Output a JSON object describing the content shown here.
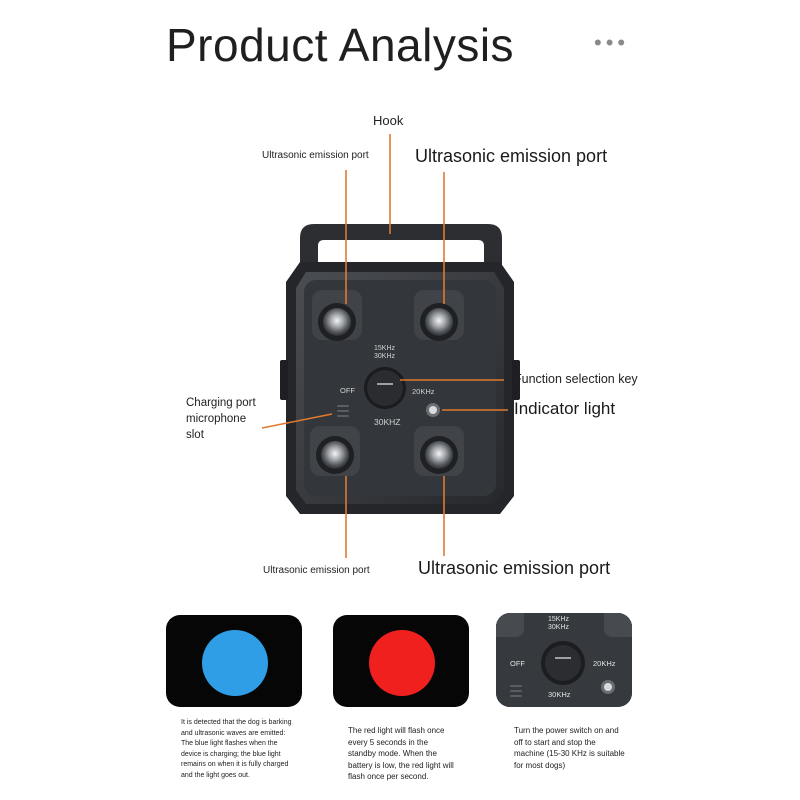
{
  "title": "Product Analysis",
  "menu_icon": "more-dots-icon",
  "labels": {
    "hook": "Hook",
    "emit_top_left": "Ultrasonic emission port",
    "emit_top_right": "Ultrasonic emission port",
    "emit_bottom_left": "Ultrasonic emission port",
    "emit_bottom_right": "Ultrasonic emission port",
    "function_key": "Function selection key",
    "indicator": "Indicator light",
    "charging_line1": "Charging port",
    "charging_line2": "microphone",
    "charging_line3": "slot"
  },
  "device": {
    "freq_top_line1": "15KHz",
    "freq_top_line2": "30KHz",
    "freq_right": "20KHz",
    "freq_bottom": "30KHZ",
    "off": "OFF"
  },
  "panels": [
    {
      "light_color": "#2f9ee6",
      "caption": "It is detected that the dog is barking and ultrasonic waves are emitted: The blue light flashes when the device is charging; the blue light remains on when it is fully charged and the light goes out."
    },
    {
      "light_color": "#f0201e",
      "caption": "The red light will flash once every 5 seconds in the standby mode. When the battery is low, the red light will flash once per second."
    },
    {
      "knob_top_line1": "15KHz",
      "knob_top_line2": "30KHz",
      "knob_right": "20KHz",
      "knob_bottom": "30KHz",
      "knob_off": "OFF",
      "caption": "Turn the power switch on and off to start and stop the machine (15-30 KHz is suitable for most dogs)"
    }
  ],
  "colors": {
    "leader_line": "#e07a2e",
    "body": "#2e3034",
    "bezel": "#45484d"
  }
}
